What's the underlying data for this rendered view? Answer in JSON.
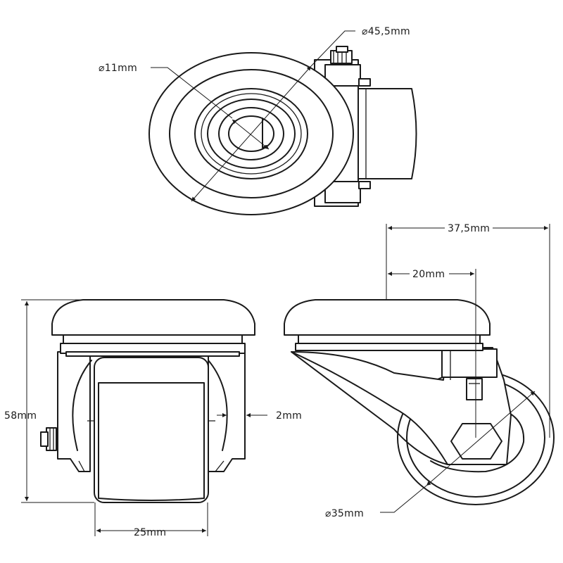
{
  "dimensions": {
    "hole_diameter": "⌀11mm",
    "plate_diameter": "⌀45,5mm",
    "overall_length": "37,5mm",
    "offset": "20mm",
    "total_height": "58mm",
    "clearance": "2mm",
    "wheel_width": "25mm",
    "wheel_diameter": "⌀35mm"
  },
  "colors": {
    "line": "#1a1a1a",
    "background": "#ffffff"
  }
}
